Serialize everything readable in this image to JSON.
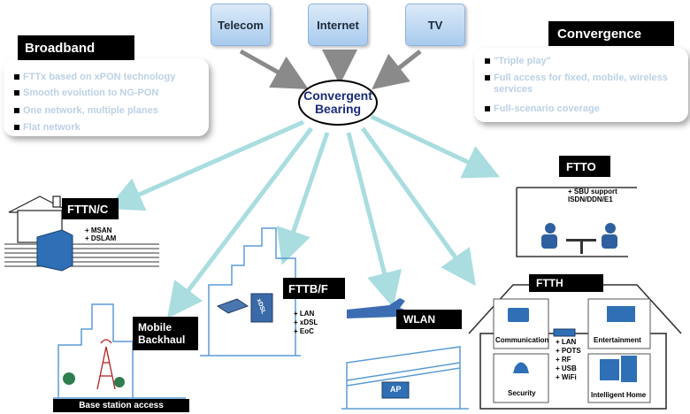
{
  "services": [
    "Telecom",
    "Internet",
    "TV"
  ],
  "center": {
    "line1": "Convergent",
    "line2": "Bearing"
  },
  "broadband": {
    "title": "Broadband",
    "items": [
      "FTTx based on xPON  technology",
      "Smooth evolution to NG-PON",
      "One network, multiple planes",
      "Flat network"
    ]
  },
  "convergence": {
    "title": "Convergence",
    "items": [
      "\"Triple play\"",
      "Full access for fixed, mobile, wireless services",
      "Full-scenario coverage"
    ]
  },
  "fttn": {
    "title": "FTTN/C",
    "details": "+ MSAN\n+ DSLAM"
  },
  "ftto": {
    "title": "FTTO",
    "details": "+ SBU support\nISDN/DDN/E1"
  },
  "fttb": {
    "title": "FTTB/F",
    "details": "+ LAN\n+ xDSL\n+ EoC",
    "device": "xDSL"
  },
  "mobile": {
    "title_line1": "Mobile",
    "title_line2": "Backhaul",
    "caption": "Base station access"
  },
  "wlan": {
    "title": "WLAN",
    "ap": "AP"
  },
  "ftth": {
    "title": "FTTH",
    "services": "+ LAN\n+ POTS\n+ RF\n+ USB\n+ WiFi",
    "rooms": [
      "Communication",
      "Entertainment",
      "Security",
      "Intelligent Home"
    ]
  }
}
